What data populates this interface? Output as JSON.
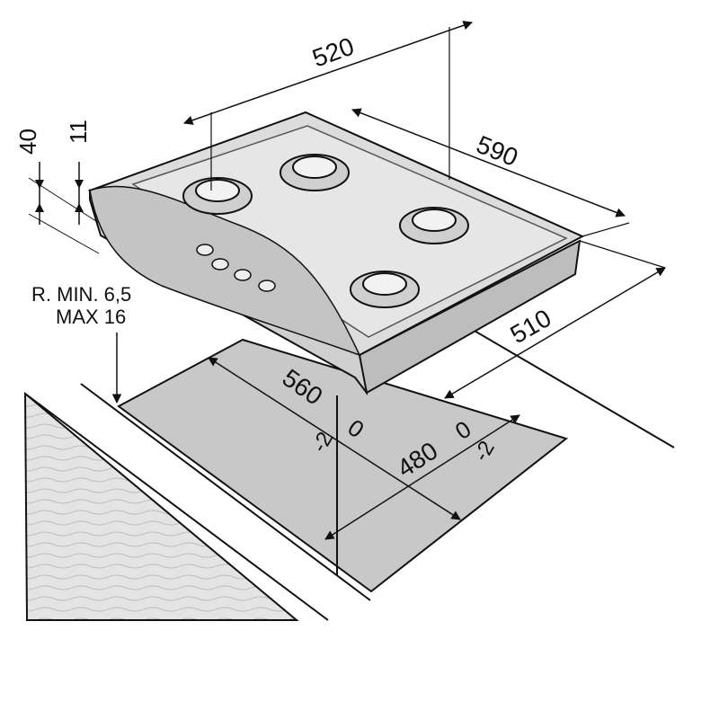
{
  "dimensions": {
    "top_width": "520",
    "top_depth": "590",
    "thickness_total": "40",
    "thickness_top": "11",
    "cutout_depth_outer": "510",
    "cutout_width": "560",
    "cutout_width_tol": "0",
    "cutout_width_tol_minus": "-2",
    "cutout_depth": "480",
    "cutout_depth_tol": "0",
    "cutout_depth_tol_minus": "-2"
  },
  "notes": {
    "radius_line1": "R. MIN. 6,5",
    "radius_line2": "MAX 16"
  },
  "colors": {
    "hob_fill": "#d9d9d9",
    "cutout_fill": "#c9c9c9",
    "counter_fill": "#e2e2e2",
    "line": "#111111"
  }
}
